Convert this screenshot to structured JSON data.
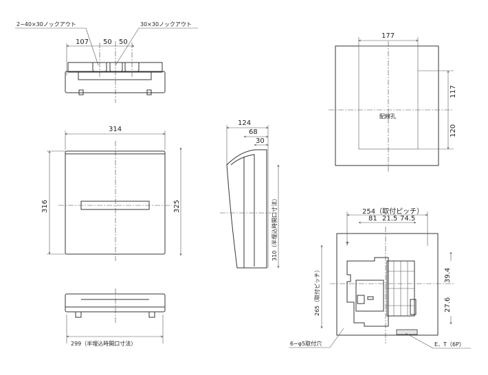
{
  "top_view": {
    "knockout_left": "2−40×30ノックアウト",
    "knockout_right": "30×30ノックアウト",
    "dim_107": "107",
    "dim_50a": "50",
    "dim_50b": "50"
  },
  "front_view": {
    "width": "314",
    "height_left": "316",
    "height_right": "325"
  },
  "bottom_view": {
    "width": "299（半埋込時開口寸法）"
  },
  "side_view": {
    "depth_total": "124",
    "depth_68": "68",
    "depth_30": "30",
    "height": "310（半埋込時開口寸法）"
  },
  "back_view": {
    "width": "177",
    "upper": "117",
    "lower": "120",
    "label": "配線孔"
  },
  "interior_view": {
    "pitch_h": "254（取付ピッチ）",
    "dim_81": "81",
    "dim_21_5": "21.5",
    "dim_74_5": "74.5",
    "dim_39_4": "39.4",
    "dim_27_6": "27.6",
    "pitch_v": "265（取付ピッチ）",
    "holes": "6−φ5取付穴",
    "terminal": "E．T（6P）"
  }
}
